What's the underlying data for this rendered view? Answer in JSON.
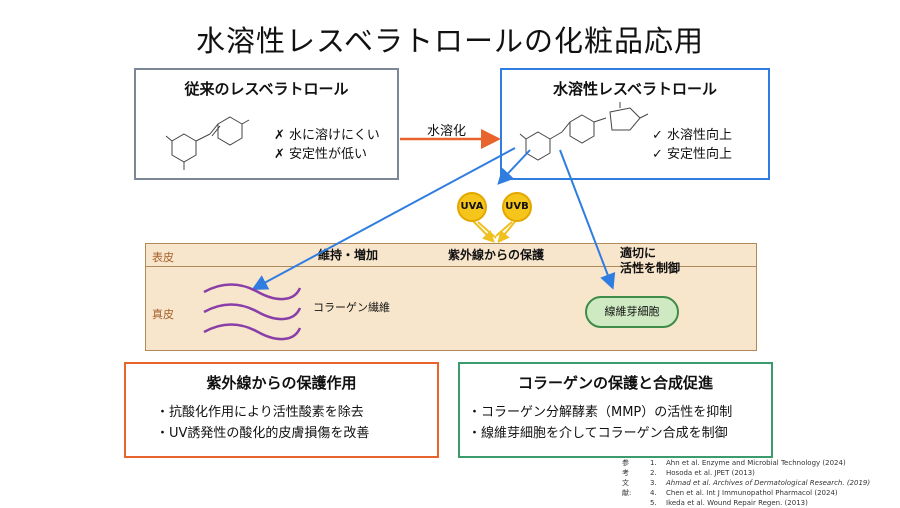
{
  "title": "水溶性レスベラトロールの化粧品応用",
  "conventional": {
    "heading": "従来のレスベラトロール",
    "items": [
      "✗ 水に溶けにくい",
      "✗ 安定性が低い"
    ]
  },
  "water_soluble": {
    "heading": "水溶性レスベラトロール",
    "items": [
      "✓ 水溶性向上",
      "✓ 安定性向上"
    ]
  },
  "arrow_label": "水溶化",
  "uv": {
    "uva": "UVA",
    "uvb": "UVB"
  },
  "skin": {
    "epidermis": "表皮",
    "dermis": "真皮",
    "maintain": "維持・増加",
    "uv_protect": "紫外線からの保護",
    "regulate_line1": "適切に",
    "regulate_line2": "活性を制御",
    "collagen": "コラーゲン繊維",
    "fibroblast": "線維芽細胞"
  },
  "box_uv": {
    "heading": "紫外線からの保護作用",
    "items": [
      "・抗酸化作用により活性酸素を除去",
      "・UV誘発性の酸化的皮膚損傷を改善"
    ]
  },
  "box_collagen": {
    "heading": "コラーゲンの保護と合成促進",
    "items": [
      "・コラーゲン分解酵素（MMP）の活性を抑制",
      "・線維芽細胞を介してコラーゲン合成を制御"
    ]
  },
  "references": {
    "heading": "参考文献:",
    "items": [
      "Ahn et al. Enzyme and Microbial Technology (2024)",
      "Hosoda et al. JPET (2013)",
      "Ahmad et al. Archives of Dermatological Research. (2019)",
      "Chen et al. Int J Immunopathol Pharmacol (2024)",
      "Ikeda et al. Wound Repair Regen. (2013)"
    ]
  },
  "colors": {
    "blue": "#2f7de1",
    "orange": "#e8642c",
    "green": "#3a9c6a",
    "purple": "#8a3fa8"
  }
}
